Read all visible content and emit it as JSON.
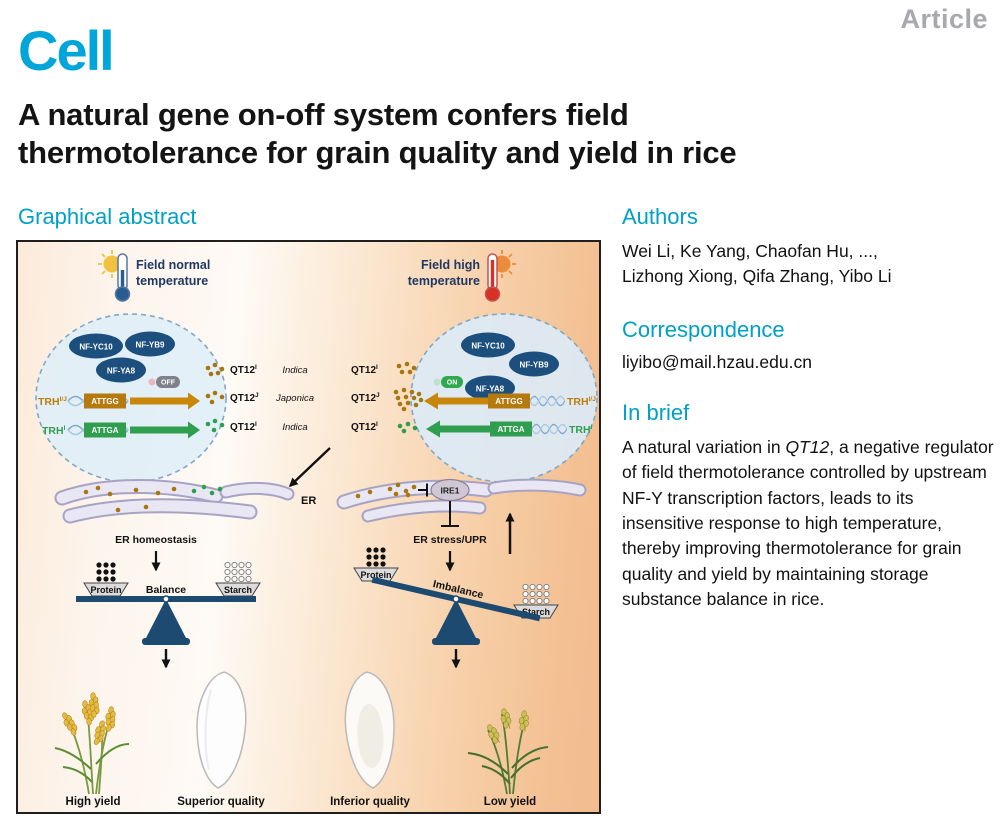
{
  "colors": {
    "cell_blue": "#00A5DA",
    "heading_cyan": "#00A0C8",
    "navy": "#1C4A70",
    "orange": "#C8860A",
    "green": "#2F9E4E",
    "article_gray": "#A7A9AC"
  },
  "header": {
    "article_label": "Article",
    "journal": "Cell"
  },
  "title": {
    "line1": "A natural gene on-off system confers field",
    "line2": "thermotolerance for grain quality and yield in rice"
  },
  "graphical_abstract_heading": "Graphical abstract",
  "authors": {
    "heading": "Authors",
    "line1": "Wei Li, Ke Yang, Chaofan Hu, ...,",
    "line2": "Lizhong Xiong, Qifa Zhang, Yibo Li"
  },
  "correspondence": {
    "heading": "Correspondence",
    "email": "liyibo@mail.hzau.edu.cn"
  },
  "in_brief": {
    "heading": "In brief",
    "pre": "A natural variation in ",
    "gene": "QT12",
    "post": ", a negative regulator of field thermotolerance controlled by upstream NF-Y transcription factors, leads to its insensitive response to high temperature, thereby improving thermotolerance for grain quality and yield by maintaining storage substance balance in rice."
  },
  "figure": {
    "normal": {
      "temp1": "Field normal",
      "temp2": "temperature",
      "nf1": "NF-YC10",
      "nf2": "NF-YB9",
      "nf3": "NF-YA8",
      "switch": "OFF",
      "gene1": "TRH",
      "gene1_sup": "I/J",
      "motif1": "ATTGG",
      "gene2": "TRH",
      "gene2_sup": "I",
      "motif2": "ATTGA",
      "er": "ER",
      "er_state": "ER homeostasis",
      "scale_label": "Balance",
      "protein": "Protein",
      "starch": "Starch",
      "yield": "High yield",
      "quality": "Superior quality"
    },
    "high": {
      "temp1": "Field high",
      "temp2": "temperature",
      "nf1": "NF-YC10",
      "nf2": "NF-YB9",
      "nf3": "NF-YA8",
      "switch": "ON",
      "gene1": "TRH",
      "gene1_sup": "I/J",
      "motif1": "ATTGG",
      "gene2": "TRH",
      "gene2_sup": "I",
      "motif2": "ATTGA",
      "ire1": "IRE1",
      "er_state": "ER stress/UPR",
      "scale_label": "Imbalance",
      "protein": "Protein",
      "starch": "Starch",
      "quality": "Inferior quality",
      "yield": "Low yield"
    },
    "rows": [
      {
        "qt": "QT12",
        "sup": "I",
        "variety": "Indica"
      },
      {
        "qt": "QT12",
        "sup": "J",
        "variety": "Japonica"
      },
      {
        "qt": "QT12",
        "sup": "I",
        "variety": "Indica"
      }
    ]
  }
}
